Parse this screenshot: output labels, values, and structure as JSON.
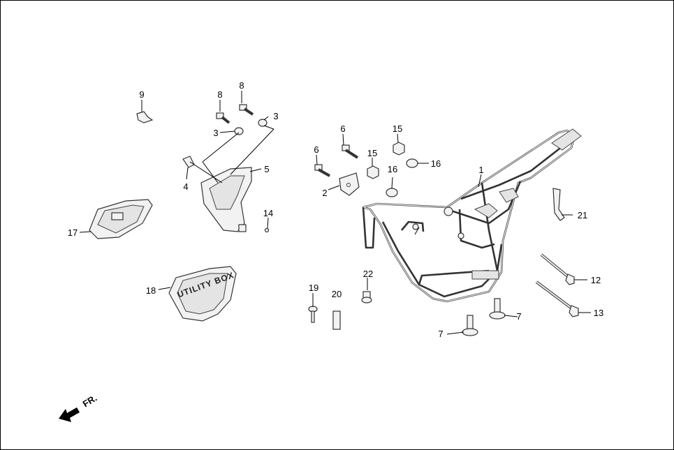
{
  "labels": {
    "p1": "1",
    "p2": "2",
    "p3a": "3",
    "p3b": "3",
    "p4": "4",
    "p5": "5",
    "p6a": "6",
    "p6b": "6",
    "p7a": "7",
    "p7b": "7",
    "p8a": "8",
    "p8b": "8",
    "p9": "9",
    "p12": "12",
    "p13": "13",
    "p14": "14",
    "p15a": "15",
    "p15b": "15",
    "p16a": "16",
    "p16b": "16",
    "p17": "17",
    "p18": "18",
    "p19": "19",
    "p20": "20",
    "p21": "21",
    "p22": "22"
  },
  "toolbox_cover_text": "UTILITY BOX",
  "direction": {
    "label": "FR.",
    "icon": "front-direction-arrow-icon"
  },
  "colors": {
    "line": "#000000",
    "part_stroke": "#333333",
    "part_fill": "#f2f2f2"
  }
}
